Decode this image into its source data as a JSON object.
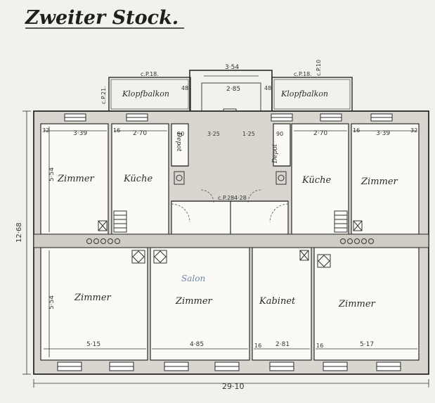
{
  "title": "Zweiter Stock.",
  "rooms": {
    "zimmer_tl": "Zimmer",
    "kuche_l": "Küche",
    "kuche_r": "Küche",
    "zimmer_tr": "Zimmer",
    "zimmer_bl": "Zimmer",
    "zimmer_bc": "Zimmer",
    "saloon_note": "Salon",
    "kabinet": "Kabinet",
    "zimmer_br": "Zimmer",
    "depot_l": "Depot",
    "depot_r": "Depot",
    "balkon_l": "Klopfbalkon",
    "balkon_r": "Klopfbalkon"
  },
  "dimensions": {
    "overall_width": "29·10",
    "overall_height": "12·68",
    "zimmer_tl_w": "3·39",
    "zimmer_tl_h": "5·54",
    "kuche_l_w": "2·70",
    "kuche_r_w": "2·70",
    "zimmer_tr_w": "3·39",
    "zimmer_bl_w": "5·15",
    "zimmer_bc_w": "4·85",
    "kabinet_w": "2·81",
    "zimmer_br_w": "5·17",
    "zimmer_bl_h": "5·54",
    "stair_w": "3·54",
    "stair_inner": "2·85",
    "landing": "4·28",
    "cp_18_l": "c.P.18.",
    "cp_18_r": "c.P.18.",
    "cp_18_mid": "c.P.28",
    "cp_21": "c.P.21.",
    "cp_10": "c.P.10",
    "depot_w_l": "90",
    "depot_w_r": "90",
    "wall_32_l": "32",
    "wall_32_r": "32",
    "wall_16_a": "16",
    "wall_16_b": "16",
    "wall_16_c": "16",
    "wall_16_d": "16",
    "wall_48_l": "48",
    "wall_48_r": "48",
    "landing_325": "3·25",
    "landing_125": "1·25"
  }
}
